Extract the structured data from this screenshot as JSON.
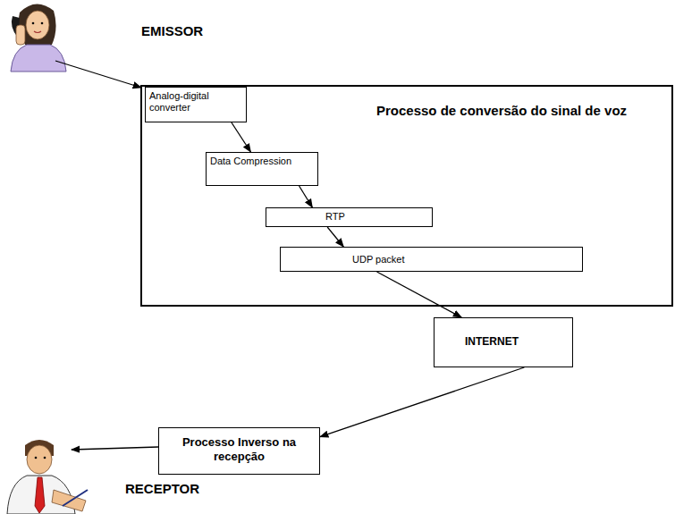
{
  "diagram": {
    "nodes": [
      {
        "text": [
          "Processo de conversão do sinal de voz"
        ]
      },
      {
        "text": [
          "Analog-digital converter"
        ],
        "in": 0
      },
      {
        "text": [
          "Data Compression"
        ],
        "in": 0
      },
      {
        "text": [
          "RTP"
        ],
        "in": 0
      },
      {
        "text": [
          "UDP packet"
        ],
        "in": 0
      },
      {
        "text": [
          "INTERNET"
        ]
      },
      {
        "text": [
          "Processo Inverso na recepção"
        ]
      }
    ],
    "edges": [
      {
        "from": 1,
        "to": 2,
        "arrow": "to"
      },
      {
        "from": 2,
        "to": 3,
        "arrow": "to"
      },
      {
        "from": 3,
        "to": 4,
        "arrow": "to"
      },
      {
        "from": 4,
        "to": 5,
        "arrow": "to"
      },
      {
        "from": 5,
        "to": 6,
        "arrow": "to"
      }
    ],
    "labels": [
      "EMISSOR",
      "RECEPTOR"
    ]
  }
}
